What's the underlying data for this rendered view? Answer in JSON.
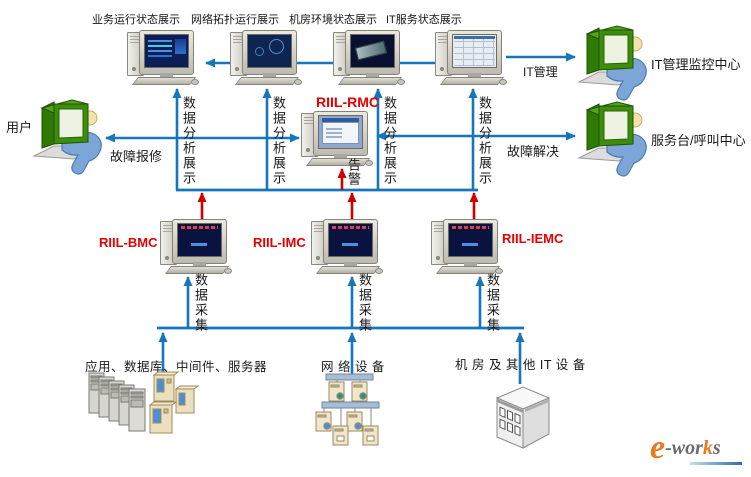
{
  "top_displays": [
    {
      "label": "业务运行状态展示"
    },
    {
      "label": "网络拓扑运行展示"
    },
    {
      "label": "机房环境状态展示"
    },
    {
      "label": "IT服务状态展示"
    }
  ],
  "systems": {
    "rmc": "RIIL-RMC",
    "bmc": "RIIL-BMC",
    "imc": "RIIL-IMC",
    "iemc": "RIIL-IEMC"
  },
  "actors": {
    "user": "用户",
    "it_center": "IT管理监控中心",
    "service_desk": "服务台/呼叫中心"
  },
  "flows": {
    "analysis_labels": [
      "数据分析展示",
      "数据分析展示",
      "数据分析展示",
      "数据分析展示"
    ],
    "collect_labels": [
      "数据采集",
      "数据采集",
      "数据采集"
    ],
    "alarm": "告警",
    "fault_report": "故障报修",
    "fault_resolve": "故障解决",
    "it_manage": "IT管理"
  },
  "device_groups": {
    "servers": "应用、数据库、中间件、服务器",
    "network": "网 络 设 备",
    "facility": "机 房 及 其 他 IT 设 备"
  },
  "logo": {
    "e": "e",
    "wor": "-wor",
    "k": "k",
    "s": "s"
  },
  "icons": {
    "display_pc": "desktop-computer-icon",
    "terminal": "green-monitor-person-icon",
    "servers": "server-stack-icon",
    "network": "network-topology-icon",
    "facility": "building-icon"
  },
  "colors": {
    "flow_blue": "#1576BD",
    "alarm_red": "#CC0000",
    "system_label_red": "#E60000",
    "logo_orange": "#E8791E",
    "terminal_green": "#3E8E0D"
  }
}
